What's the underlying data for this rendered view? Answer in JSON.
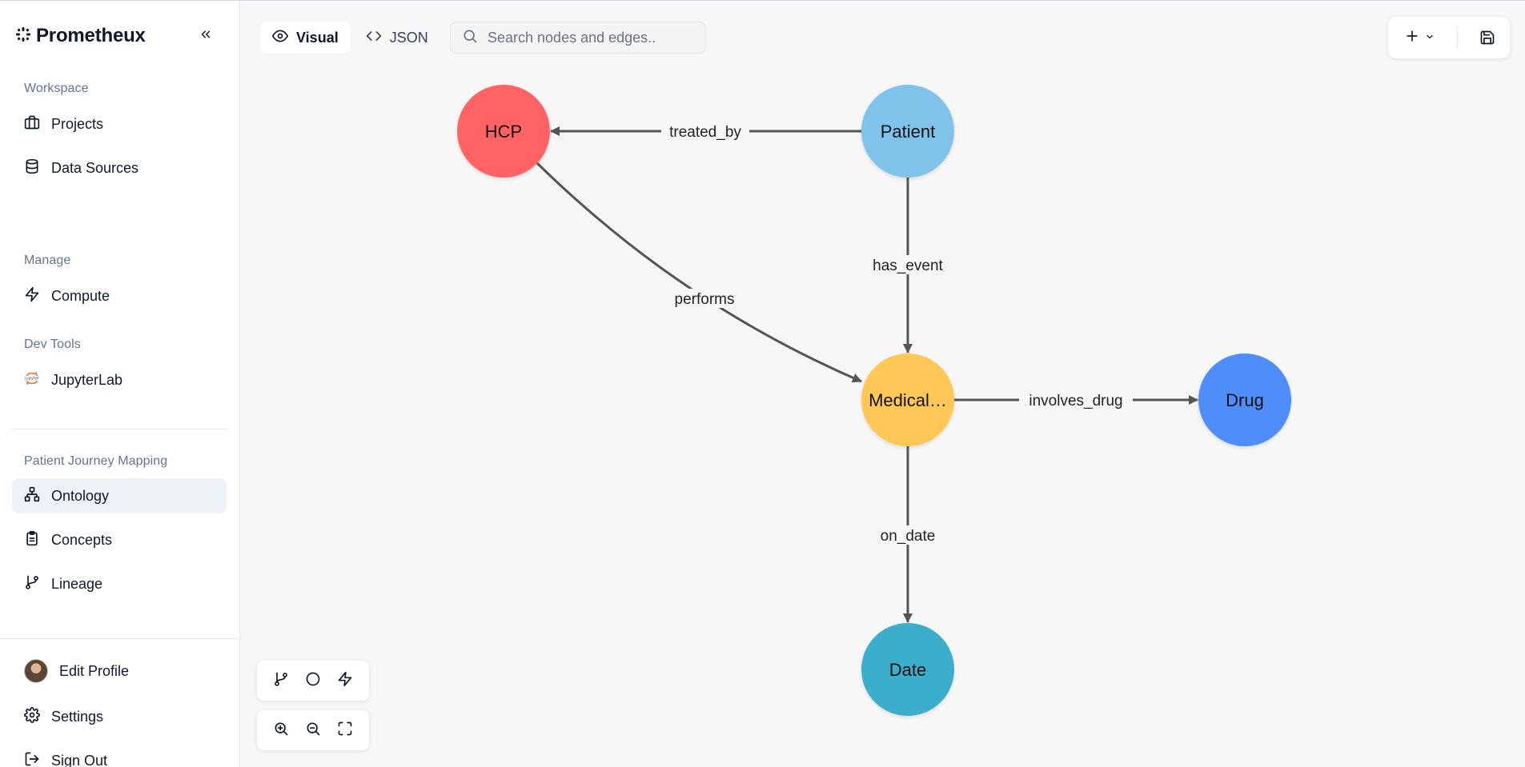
{
  "brand": {
    "name": "Prometheux",
    "logo_icon": "sparkle-logo-icon",
    "collapse_icon": "chevrons-left-icon"
  },
  "sidebar": {
    "workspace_label": "Workspace",
    "workspace_items": [
      {
        "label": "Projects",
        "icon": "briefcase-icon"
      },
      {
        "label": "Data Sources",
        "icon": "database-icon"
      }
    ],
    "manage_label": "Manage",
    "manage_items": [
      {
        "label": "Compute",
        "icon": "lightning-icon"
      }
    ],
    "devtools_label": "Dev Tools",
    "devtools_items": [
      {
        "label": "JupyterLab",
        "icon": "jupyter-icon"
      }
    ],
    "project_label": "Patient Journey Mapping",
    "project_items": [
      {
        "label": "Ontology",
        "icon": "hierarchy-icon",
        "active": true
      },
      {
        "label": "Concepts",
        "icon": "clipboard-icon"
      },
      {
        "label": "Lineage",
        "icon": "git-branch-icon"
      }
    ],
    "footer_items": [
      {
        "label": "Edit Profile",
        "icon": "avatar"
      },
      {
        "label": "Settings",
        "icon": "gear-icon"
      },
      {
        "label": "Sign Out",
        "icon": "sign-out-icon"
      }
    ]
  },
  "toolbar": {
    "visual_label": "Visual",
    "json_label": "JSON",
    "search_placeholder": "Search nodes and edges..",
    "add_icon": "plus-icon",
    "save_icon": "save-icon"
  },
  "graph": {
    "nodes": [
      {
        "id": "hcp",
        "label": "HCP",
        "color": "#ff6363"
      },
      {
        "id": "patient",
        "label": "Patient",
        "color": "#7fc3ea"
      },
      {
        "id": "medical",
        "label": "Medical…",
        "color": "#ffc857"
      },
      {
        "id": "drug",
        "label": "Drug",
        "color": "#4f8dfa"
      },
      {
        "id": "date",
        "label": "Date",
        "color": "#3aaecb"
      }
    ],
    "edges": [
      {
        "from": "patient",
        "to": "hcp",
        "label": "treated_by"
      },
      {
        "from": "patient",
        "to": "medical",
        "label": "has_event"
      },
      {
        "from": "hcp",
        "to": "medical",
        "label": "performs"
      },
      {
        "from": "medical",
        "to": "drug",
        "label": "involves_drug"
      },
      {
        "from": "medical",
        "to": "date",
        "label": "on_date"
      }
    ],
    "edge_color": "#555555"
  },
  "canvas_tools": {
    "top": [
      "git-branch-icon",
      "circle-icon",
      "lightning-icon"
    ],
    "bottom": [
      "zoom-in-icon",
      "zoom-out-icon",
      "fullscreen-icon"
    ]
  }
}
